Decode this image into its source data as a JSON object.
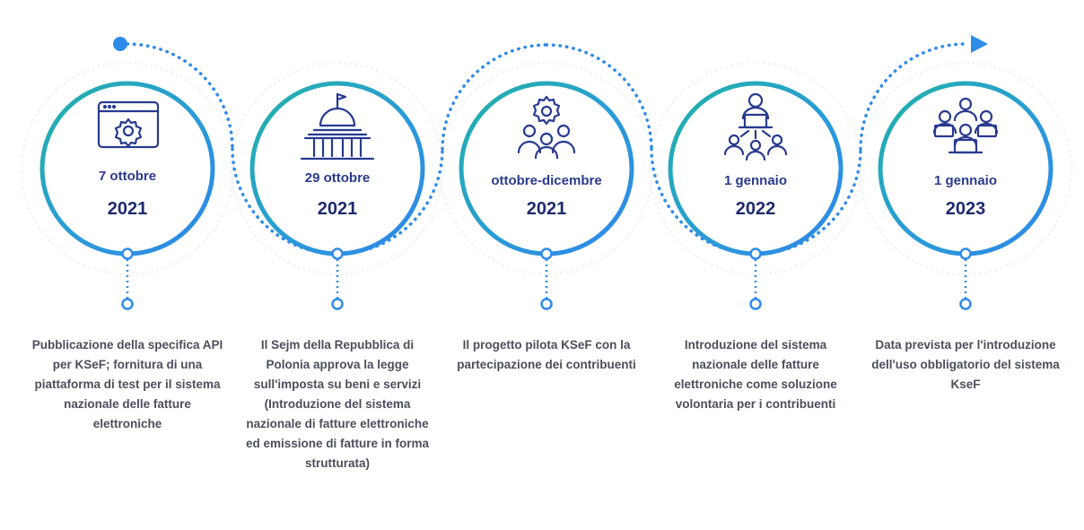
{
  "timeline": {
    "accent_color": "#2f8be8",
    "ring_color": "#23b0a8",
    "text_color": "#2b3a8c",
    "milestones": [
      {
        "icon": "api-gear-window-icon",
        "date": "7 ottobre",
        "year": "2021",
        "description": "Pubblicazione della specifica API per KSeF; fornitura di una piattaforma di test per il sistema nazionale delle fatture elettroniche"
      },
      {
        "icon": "parliament-building-icon",
        "date": "29 ottobre",
        "year": "2021",
        "description": "Il Sejm della Repubblica di Polonia approva la legge sull'imposta su beni e servizi (Introduzione del sistema nazionale di fatture elettroniche ed emissione di fatture in forma strutturata)"
      },
      {
        "icon": "team-gear-icon",
        "date": "ottobre-dicembre",
        "year": "2021",
        "description": "Il progetto pilota KSeF con la partecipazione dei contribuenti"
      },
      {
        "icon": "presenter-network-icon",
        "date": "1 gennaio",
        "year": "2022",
        "description": "Introduzione del sistema nazionale delle fatture elettroniche come soluzione volontaria per i contribuenti"
      },
      {
        "icon": "team-laptops-icon",
        "date": "1 gennaio",
        "year": "2023",
        "description": "Data prevista per l'introduzione dell'uso obbligatorio del sistema KseF"
      }
    ]
  }
}
